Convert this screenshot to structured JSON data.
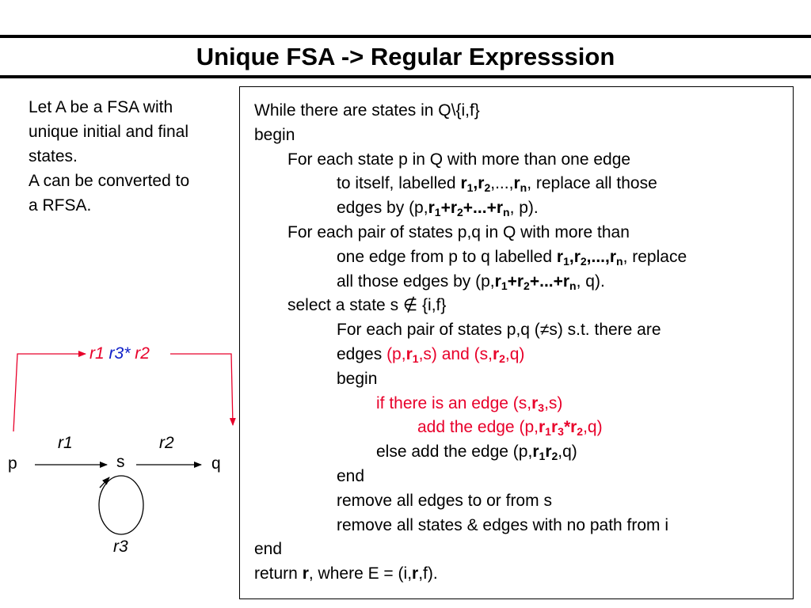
{
  "slide": {
    "title": "Unique FSA -> Regular Expresssion",
    "intro_lines": [
      "Let A be a FSA with",
      "unique initial and final",
      "states.",
      "A can be converted to",
      "a RFSA."
    ]
  },
  "algorithm": {
    "lines": [
      {
        "indent": 0,
        "segments": [
          {
            "t": "While there are states in Q\\{i,f}"
          }
        ]
      },
      {
        "indent": 0,
        "segments": [
          {
            "t": "begin"
          }
        ]
      },
      {
        "indent": 1,
        "segments": [
          {
            "t": "For each state p in Q with more than one edge"
          }
        ]
      },
      {
        "indent": 2,
        "segments": [
          {
            "t": "to itself, labelled "
          },
          {
            "t": "r",
            "b": true
          },
          {
            "t": "1",
            "b": true,
            "sub": true
          },
          {
            "t": ",",
            "b": true
          },
          {
            "t": "r",
            "b": true
          },
          {
            "t": "2",
            "b": true,
            "sub": true
          },
          {
            "t": ",...,"
          },
          {
            "t": "r",
            "b": true
          },
          {
            "t": "n",
            "b": true,
            "sub": true
          },
          {
            "t": ", replace all those"
          }
        ]
      },
      {
        "indent": 2,
        "segments": [
          {
            "t": "edges by (p,"
          },
          {
            "t": "r",
            "b": true
          },
          {
            "t": "1",
            "b": true,
            "sub": true
          },
          {
            "t": "+r",
            "b": true
          },
          {
            "t": "2",
            "b": true,
            "sub": true
          },
          {
            "t": "+...+r",
            "b": true
          },
          {
            "t": "n",
            "b": true,
            "sub": true
          },
          {
            "t": ", p)."
          }
        ]
      },
      {
        "indent": 1,
        "segments": [
          {
            "t": "For each pair of states p,q in Q with more than"
          }
        ]
      },
      {
        "indent": 2,
        "segments": [
          {
            "t": "one edge from p to q labelled "
          },
          {
            "t": "r",
            "b": true
          },
          {
            "t": "1",
            "b": true,
            "sub": true
          },
          {
            "t": ",r",
            "b": true
          },
          {
            "t": "2",
            "b": true,
            "sub": true
          },
          {
            "t": ",...,r",
            "b": true
          },
          {
            "t": "n",
            "b": true,
            "sub": true
          },
          {
            "t": ", replace"
          }
        ]
      },
      {
        "indent": 2,
        "segments": [
          {
            "t": "all those edges by (p,"
          },
          {
            "t": "r",
            "b": true
          },
          {
            "t": "1",
            "b": true,
            "sub": true
          },
          {
            "t": "+r",
            "b": true
          },
          {
            "t": "2",
            "b": true,
            "sub": true
          },
          {
            "t": "+...+r",
            "b": true
          },
          {
            "t": "n",
            "b": true,
            "sub": true
          },
          {
            "t": ", q)."
          }
        ]
      },
      {
        "indent": 1,
        "segments": [
          {
            "t": "select a state s ∉ {i,f}"
          }
        ]
      },
      {
        "indent": 2,
        "segments": [
          {
            "t": "For each pair of states p,q (≠s) s.t. there are"
          }
        ]
      },
      {
        "indent": 2,
        "segments": [
          {
            "t": "edges "
          },
          {
            "t": "(p,",
            "red": true
          },
          {
            "t": "r",
            "b": true,
            "red": true
          },
          {
            "t": "1",
            "b": true,
            "sub": true,
            "red": true
          },
          {
            "t": ",s) and (s,",
            "red": true
          },
          {
            "t": "r",
            "b": true,
            "red": true
          },
          {
            "t": "2",
            "b": true,
            "sub": true,
            "red": true
          },
          {
            "t": ",q)",
            "red": true
          }
        ]
      },
      {
        "indent": 2,
        "segments": [
          {
            "t": "begin"
          }
        ]
      },
      {
        "indent": 3,
        "segments": [
          {
            "t": "if there is an edge (s,",
            "red": true
          },
          {
            "t": "r",
            "b": true,
            "red": true
          },
          {
            "t": "3",
            "b": true,
            "sub": true,
            "red": true
          },
          {
            "t": ",s)",
            "red": true
          }
        ]
      },
      {
        "indent": 4,
        "segments": [
          {
            "t": "add the edge (p,",
            "red": true
          },
          {
            "t": "r",
            "b": true,
            "red": true
          },
          {
            "t": "1",
            "b": true,
            "sub": true,
            "red": true
          },
          {
            "t": "r",
            "b": true,
            "red": true
          },
          {
            "t": "3",
            "b": true,
            "sub": true,
            "red": true
          },
          {
            "t": "*r",
            "b": true,
            "red": true
          },
          {
            "t": "2",
            "b": true,
            "sub": true,
            "red": true
          },
          {
            "t": ",q)",
            "red": true
          }
        ]
      },
      {
        "indent": 3,
        "segments": [
          {
            "t": "else add the edge (p,"
          },
          {
            "t": "r",
            "b": true
          },
          {
            "t": "1",
            "b": true,
            "sub": true
          },
          {
            "t": "r",
            "b": true
          },
          {
            "t": "2",
            "b": true,
            "sub": true
          },
          {
            "t": ",q)"
          }
        ]
      },
      {
        "indent": 2,
        "segments": [
          {
            "t": "end"
          }
        ]
      },
      {
        "indent": 2,
        "segments": [
          {
            "t": "remove all edges to or from s"
          }
        ]
      },
      {
        "indent": 2,
        "segments": [
          {
            "t": "remove all states & edges with no path from i"
          }
        ]
      },
      {
        "indent": 0,
        "segments": [
          {
            "t": "end"
          }
        ]
      },
      {
        "indent": 0,
        "segments": [
          {
            "t": "return "
          },
          {
            "t": "r",
            "b": true
          },
          {
            "t": ", where E = (i,"
          },
          {
            "t": "r",
            "b": true
          },
          {
            "t": ",f)."
          }
        ]
      }
    ]
  },
  "diagram": {
    "states": {
      "p": "p",
      "s": "s",
      "q": "q"
    },
    "edge_labels": {
      "r1": "r1",
      "r2": "r2",
      "r3": "r3"
    },
    "combined_label": {
      "part1": "r1 ",
      "part2": "r3*",
      "part3": " r2"
    },
    "colors": {
      "red": "#e8002a",
      "blue": "#1020c8",
      "black": "#000000"
    }
  }
}
